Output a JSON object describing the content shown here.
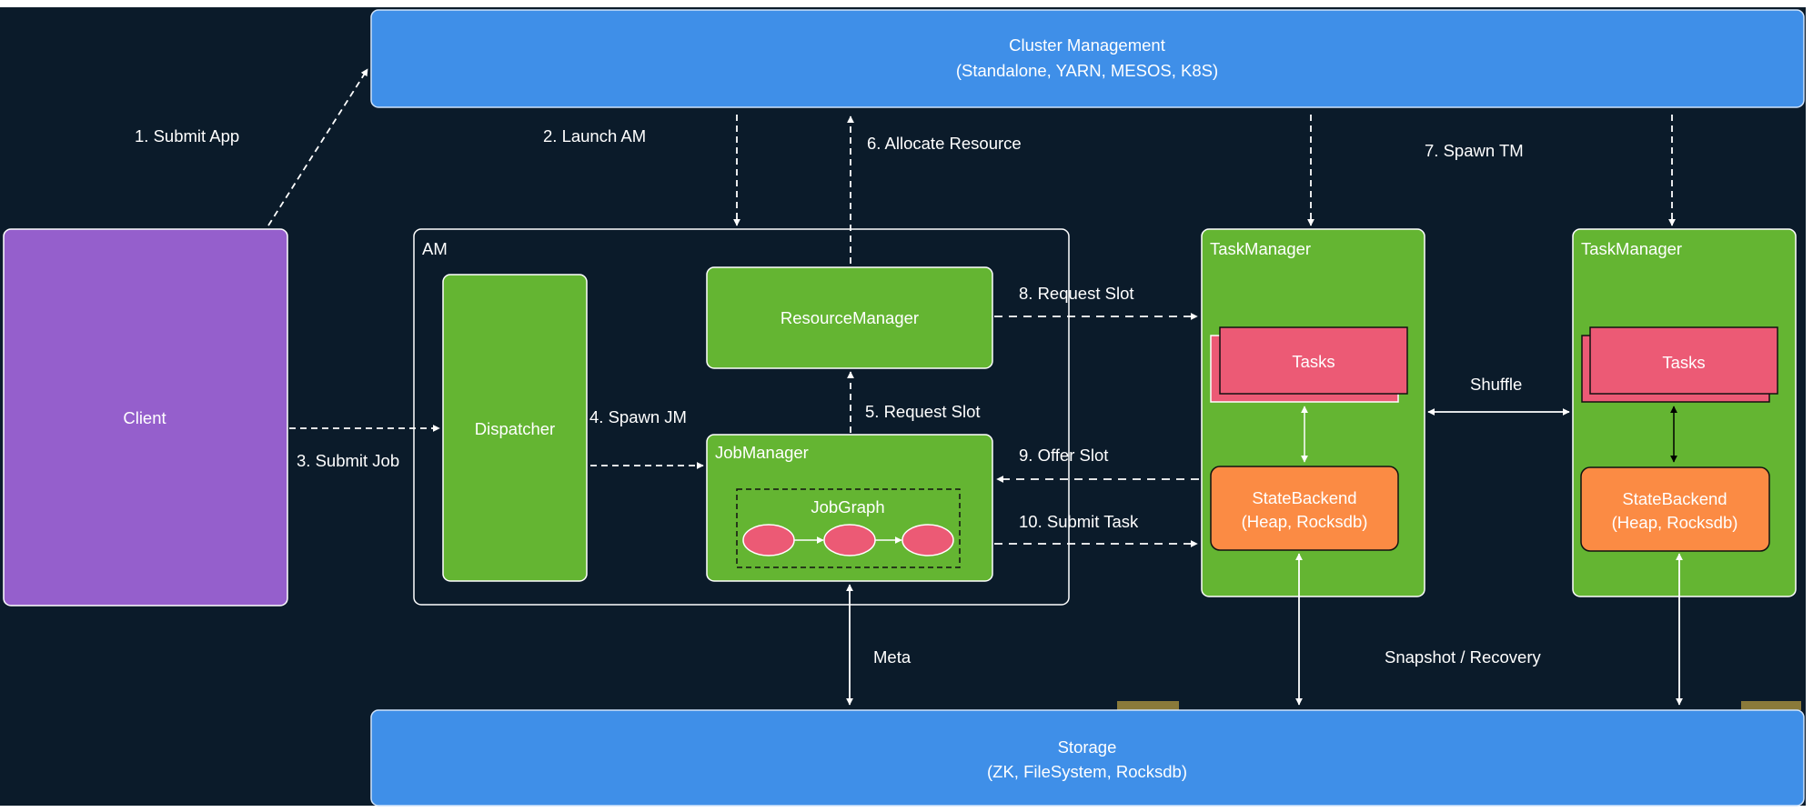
{
  "cluster": {
    "title": "Cluster Management",
    "subtitle": "(Standalone, YARN, MESOS, K8S)"
  },
  "storage": {
    "title": "Storage",
    "subtitle": "(ZK, FileSystem, Rocksdb)"
  },
  "client": {
    "label": "Client"
  },
  "am": {
    "label": "AM",
    "dispatcher": "Dispatcher",
    "resource_manager": "ResourceManager",
    "job_manager": "JobManager",
    "job_graph": "JobGraph"
  },
  "taskmanager_1": {
    "label": "TaskManager",
    "tasks": "Tasks",
    "state_line1": "StateBackend",
    "state_line2": "(Heap, Rocksdb)"
  },
  "taskmanager_2": {
    "label": "TaskManager",
    "tasks": "Tasks",
    "state_line1": "StateBackend",
    "state_line2": "(Heap, Rocksdb)"
  },
  "steps": {
    "submit_app": "1. Submit App",
    "launch_am": "2. Launch AM",
    "submit_job": "3. Submit Job",
    "spawn_jm": "4. Spawn JM",
    "request_slot_5": "5. Request Slot",
    "allocate_resource": "6. Allocate Resource",
    "spawn_tm": "7. Spawn TM",
    "request_slot_8": "8. Request Slot",
    "offer_slot": "9. Offer Slot",
    "submit_task": "10. Submit Task"
  },
  "edges": {
    "shuffle": "Shuffle",
    "meta": "Meta",
    "snapshot": "Snapshot / Recovery"
  },
  "colors": {
    "background": "#0b1b2a",
    "blue": "#3f8fe8",
    "purple": "#955fcc",
    "green": "#64b532",
    "red": "#ec5a75",
    "orange": "#fb8b44"
  }
}
